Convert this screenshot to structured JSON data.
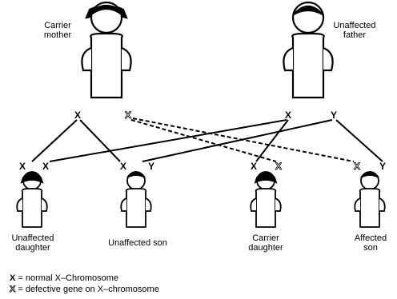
{
  "parents": {
    "mother_label": "Carrier\nmother",
    "father_label": "Unaffected\nfather"
  },
  "chromosomes": {
    "x": "X",
    "y": "Y",
    "x_defective": "X"
  },
  "children": {
    "unaffected_daughter": "Unaffected\ndaughter",
    "unaffected_son": "Unaffected son",
    "carrier_daughter": "Carrier\ndaughter",
    "affected_son": "Affected\nson"
  },
  "legend": {
    "normal_symbol": "X",
    "normal_text": "= normal X–Chromosome",
    "defective_symbol": "X",
    "defective_text": "= defective gene on X–chromosome"
  }
}
